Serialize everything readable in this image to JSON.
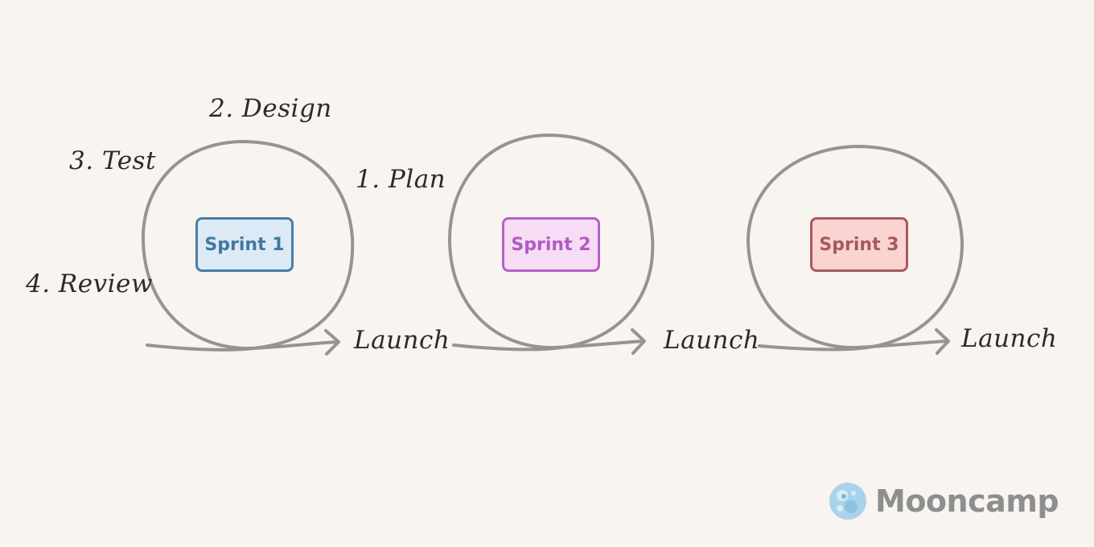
{
  "cycle_labels": {
    "plan": "1. Plan",
    "design": "2. Design",
    "test": "3. Test",
    "review": "4. Review"
  },
  "sprints": [
    {
      "label": "Sprint 1",
      "launch": "Launch",
      "fill": "#dbeaf5",
      "border": "#4a7ea3",
      "text": "#3f79a0"
    },
    {
      "label": "Sprint 2",
      "launch": "Launch",
      "fill": "#f6dcf5",
      "border": "#b75fc7",
      "text": "#b05bc2"
    },
    {
      "label": "Sprint 3",
      "launch": "Launch",
      "fill": "#f9d4d1",
      "border": "#a65a5a",
      "text": "#a55a5a"
    }
  ],
  "colors": {
    "background": "#f8f4f0",
    "stroke": "#979390",
    "handwriting": "#2b2b2b"
  },
  "brand": {
    "name": "Mooncamp",
    "icon": "moon-icon"
  }
}
